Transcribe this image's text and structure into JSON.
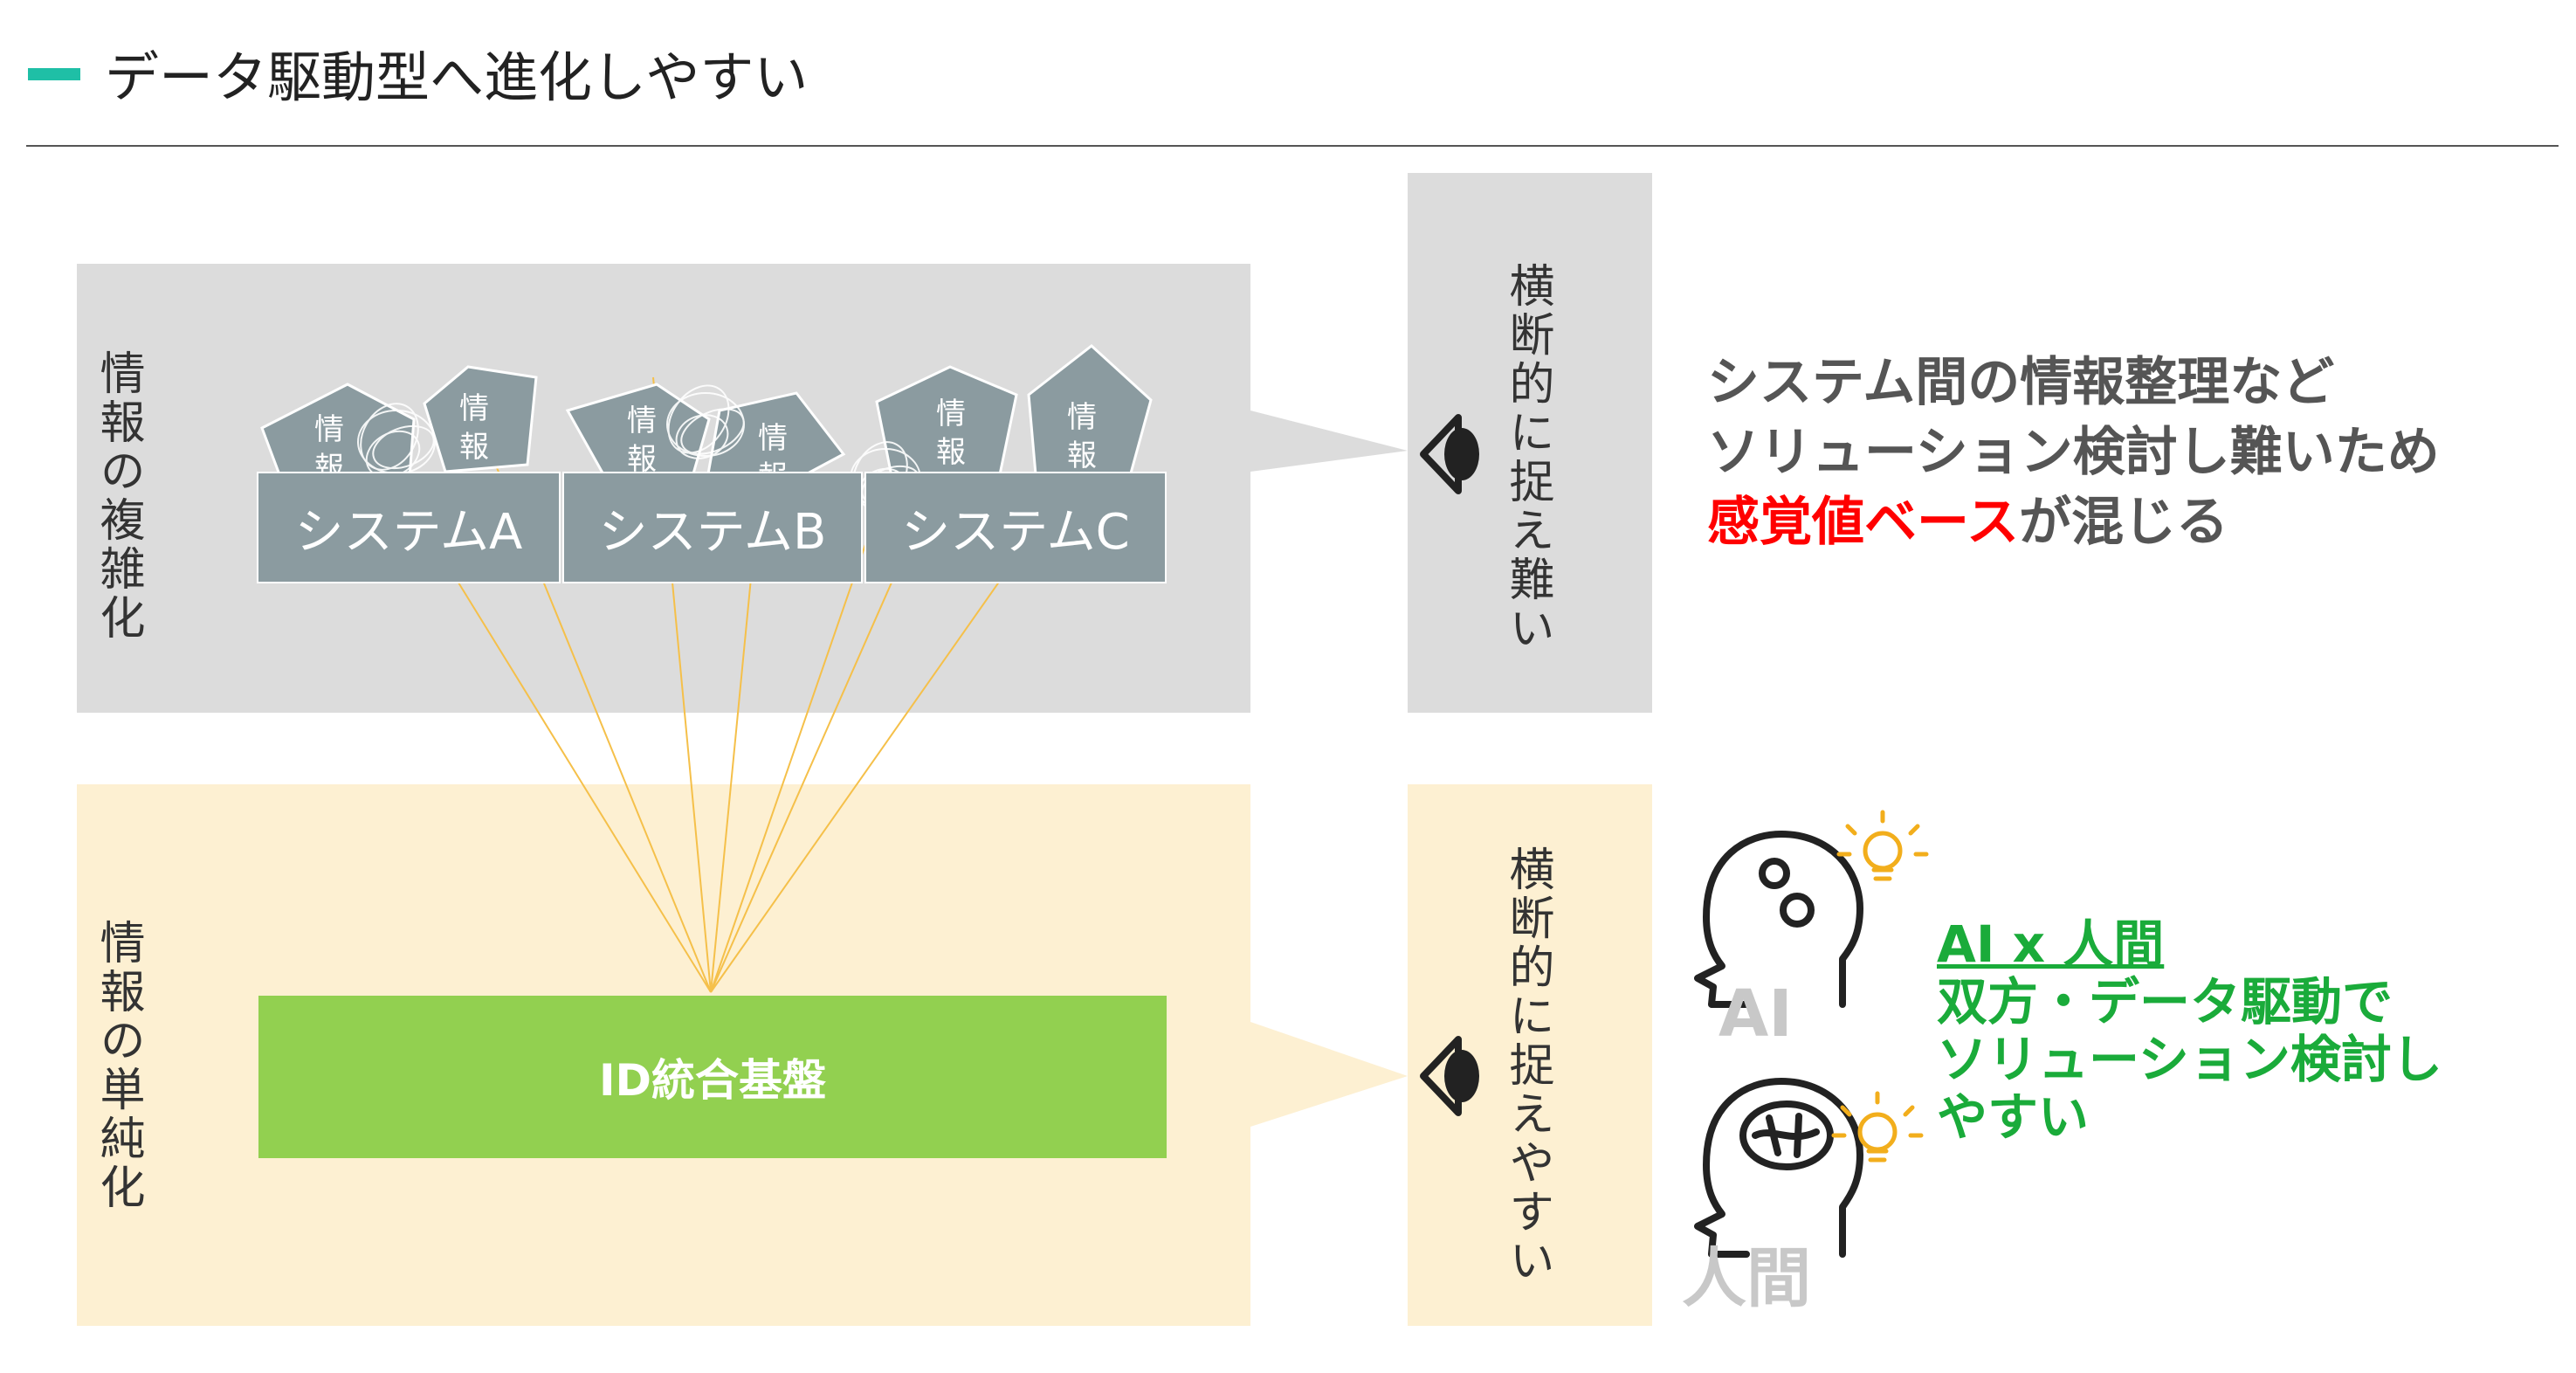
{
  "header": {
    "title": "データ駆動型へ進化しやすい"
  },
  "colors": {
    "accent": "#1fbfa6",
    "gray_zone": "#dcdcdc",
    "cream_zone": "#fdf0d2",
    "system": "#8b9ba0",
    "id_green": "#92d050",
    "line": "#f5c04a",
    "red": "#ff0000",
    "green_text": "#1aab3a"
  },
  "top_zone": {
    "label": "情報の複雑化",
    "systems": [
      "システムA",
      "システムB",
      "システムC"
    ],
    "info_tag": [
      "情",
      "報"
    ]
  },
  "bottom_zone": {
    "label": "情報の単純化",
    "platform": "ID統合基盤"
  },
  "side_top": {
    "label": "横断的に捉え難い",
    "icon": "eye-icon"
  },
  "side_bot": {
    "label": "横断的に捉えやすい",
    "icon": "eye-icon"
  },
  "message_top": {
    "line1": "システム間の情報整理など",
    "line2": "ソリューション検討し難いため",
    "line3_red": "感覚値ベース",
    "line3_rest": "が混じる"
  },
  "message_bottom": {
    "title": "AI x 人間",
    "line2": "双方・データ駆動で",
    "line3": "ソリューション検討し",
    "line4": "やすい"
  },
  "persona": {
    "ai_label": "AI",
    "human_label": "人間",
    "ai_icon": "head-gears-icon",
    "human_icon": "head-brain-icon",
    "idea_icon": "lightbulb-icon"
  }
}
